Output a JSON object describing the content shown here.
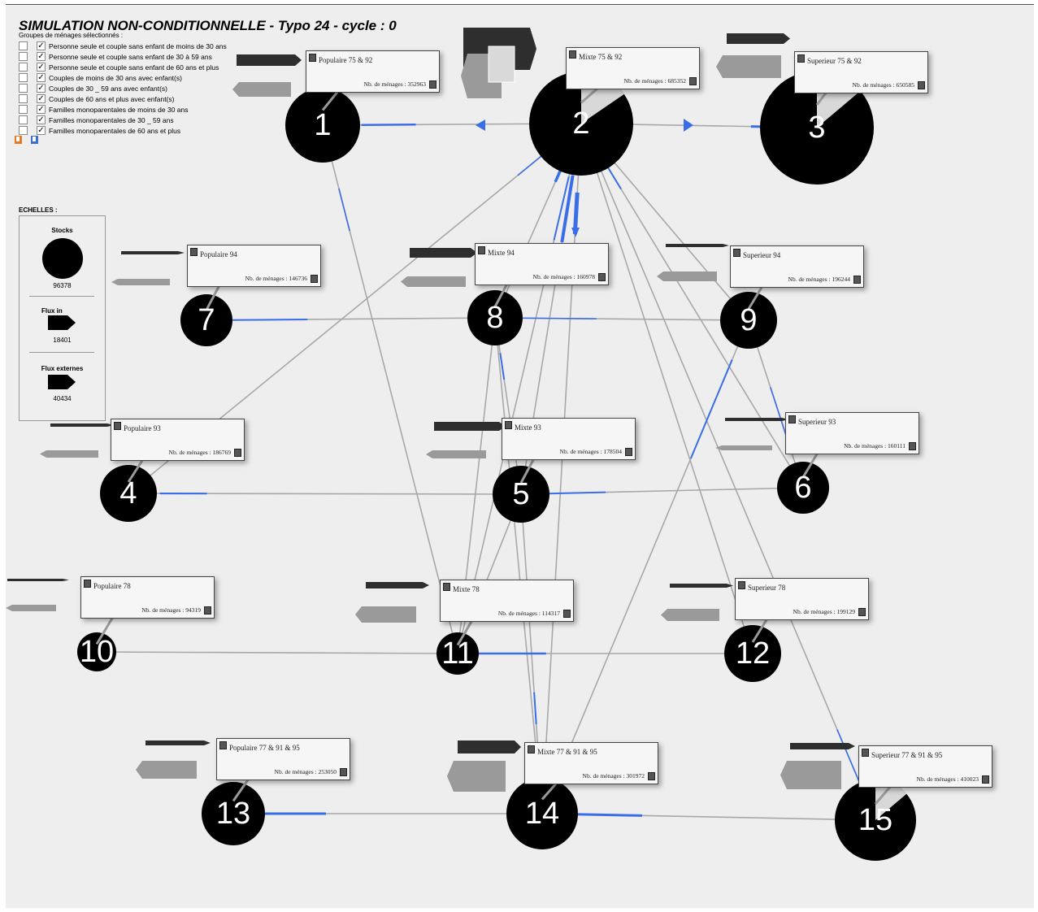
{
  "title": "SIMULATION NON-CONDITIONNELLE - Typo 24 - cycle : 0",
  "groups": {
    "title": "Groupes de ménages sélectionnés :",
    "items": [
      {
        "label": "Personne seule et couple sans enfant de moins de 30 ans",
        "checked": true
      },
      {
        "label": "Personne seule et couple sans enfant de  30 à 59 ans",
        "checked": true
      },
      {
        "label": "Personne seule et couple sans enfant de 60 ans et plus",
        "checked": true
      },
      {
        "label": "Couples de moins de 30 ans avec enfant(s)",
        "checked": true
      },
      {
        "label": "Couples de 30 _ 59 ans avec enfant(s)",
        "checked": true
      },
      {
        "label": "Couples de 60 ans et plus avec enfant(s)",
        "checked": true
      },
      {
        "label": "Familles monoparentales de moins de 30 ans",
        "checked": true
      },
      {
        "label": "Familles monoparentales de 30 _ 59 ans",
        "checked": true
      },
      {
        "label": "Familles monoparentales de 60 ans et plus",
        "checked": true
      }
    ],
    "check_mark": "✓"
  },
  "scales": {
    "title": "ECHELLES :",
    "stocks_label": "Stocks",
    "stocks_value": "96378",
    "flux_internes_label": "Flux in",
    "flux_internes_value": "18401",
    "flux_externes_label": "Flux externes",
    "flux_externes_value": "40434"
  },
  "nodes": [
    {
      "num": "1",
      "name": "Populaire 75 & 92",
      "count_text": "Nb. de ménages : 352963"
    },
    {
      "num": "2",
      "name": "Mixte 75 & 92",
      "count_text": "Nb. de ménages : 685352"
    },
    {
      "num": "3",
      "name": "Superieur 75 & 92",
      "count_text": "Nb. de ménages : 650585"
    },
    {
      "num": "4",
      "name": "Populaire 93",
      "count_text": "Nb. de ménages : 186769"
    },
    {
      "num": "5",
      "name": "Mixte 93",
      "count_text": "Nb. de ménages : 178504"
    },
    {
      "num": "6",
      "name": "Superieur 93",
      "count_text": "Nb. de ménages : 160111"
    },
    {
      "num": "7",
      "name": "Populaire 94",
      "count_text": "Nb. de ménages : 146736"
    },
    {
      "num": "8",
      "name": "Mixte 94",
      "count_text": "Nb. de ménages : 160978"
    },
    {
      "num": "9",
      "name": "Superieur 94",
      "count_text": "Nb. de ménages : 196244"
    },
    {
      "num": "10",
      "name": "Populaire 78",
      "count_text": "Nb. de ménages : 94319"
    },
    {
      "num": "11",
      "name": "Mixte 78",
      "count_text": "Nb. de ménages : 114317"
    },
    {
      "num": "12",
      "name": "Superieur 78",
      "count_text": "Nb. de ménages : 199129"
    },
    {
      "num": "13",
      "name": "Populaire 77 & 91 & 95",
      "count_text": "Nb. de ménages : 253050"
    },
    {
      "num": "14",
      "name": "Mixte 77 & 91 & 95",
      "count_text": "Nb. de ménages : 301972"
    },
    {
      "num": "15",
      "name": "Superieur 77 & 91 & 95",
      "count_text": "Nb. de ménages : 410023"
    }
  ],
  "colors": {
    "background": "#eeeeee",
    "node": "#000000",
    "flow_blue": "#3a6ee8",
    "flow_gray": "#a8a8a8",
    "external_dark": "#2e2e2e",
    "external_light": "#9a9a9a"
  }
}
